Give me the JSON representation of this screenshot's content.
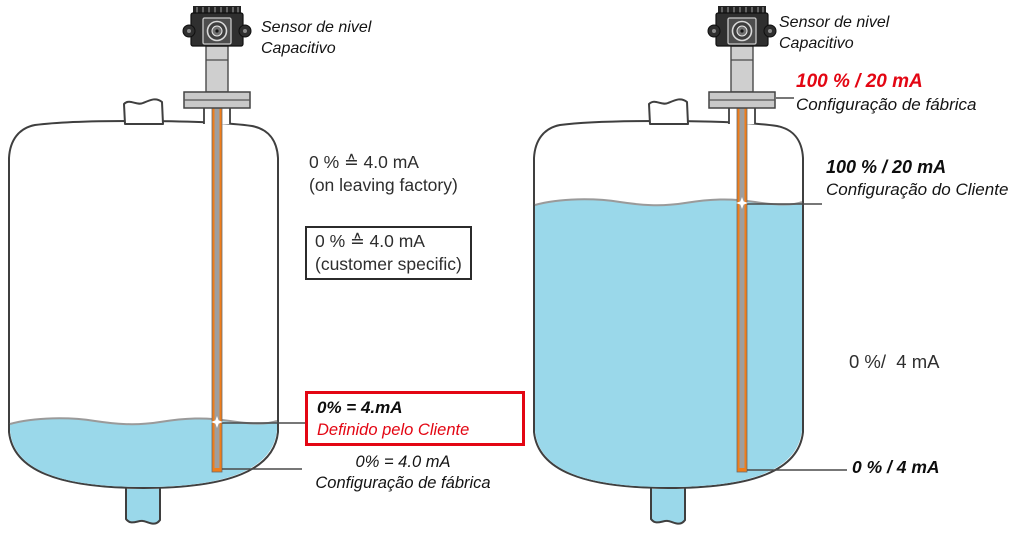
{
  "colors": {
    "liquid": "#9ad8ea",
    "outline": "#3f3f3f",
    "probe_orange": "#ef7d1b",
    "probe_gray": "#9e9e9e",
    "accent_red": "#e30613"
  },
  "left": {
    "sensor_label": {
      "line1": "Sensor de nivel",
      "line2": "Capacitivo"
    },
    "factory_en": {
      "line1": "0 % ≙ 4.0 mA",
      "line2": "(on leaving factory)"
    },
    "customer_en": {
      "line1": "0 % ≙ 4.0 mA",
      "line2": "(customer specific)"
    },
    "customer_pt": {
      "line1": "0% = 4.mA",
      "line2": "Definido pelo Cliente"
    },
    "factory_pt": {
      "line1": "0% = 4.0 mA",
      "line2": "Configuração de fábrica"
    }
  },
  "right": {
    "sensor_label": {
      "line1": "Sensor de nivel",
      "line2": "Capacitivo"
    },
    "factory_top": {
      "line1": "100 % / 20 mA",
      "line2": "Configuração de fábrica"
    },
    "customer": {
      "line1": "100 % / 20 mA",
      "line2": "Configuração do Cliente"
    },
    "level_mid": "0 %/  4 mA",
    "level_bottom": "0 % / 4 mA"
  }
}
